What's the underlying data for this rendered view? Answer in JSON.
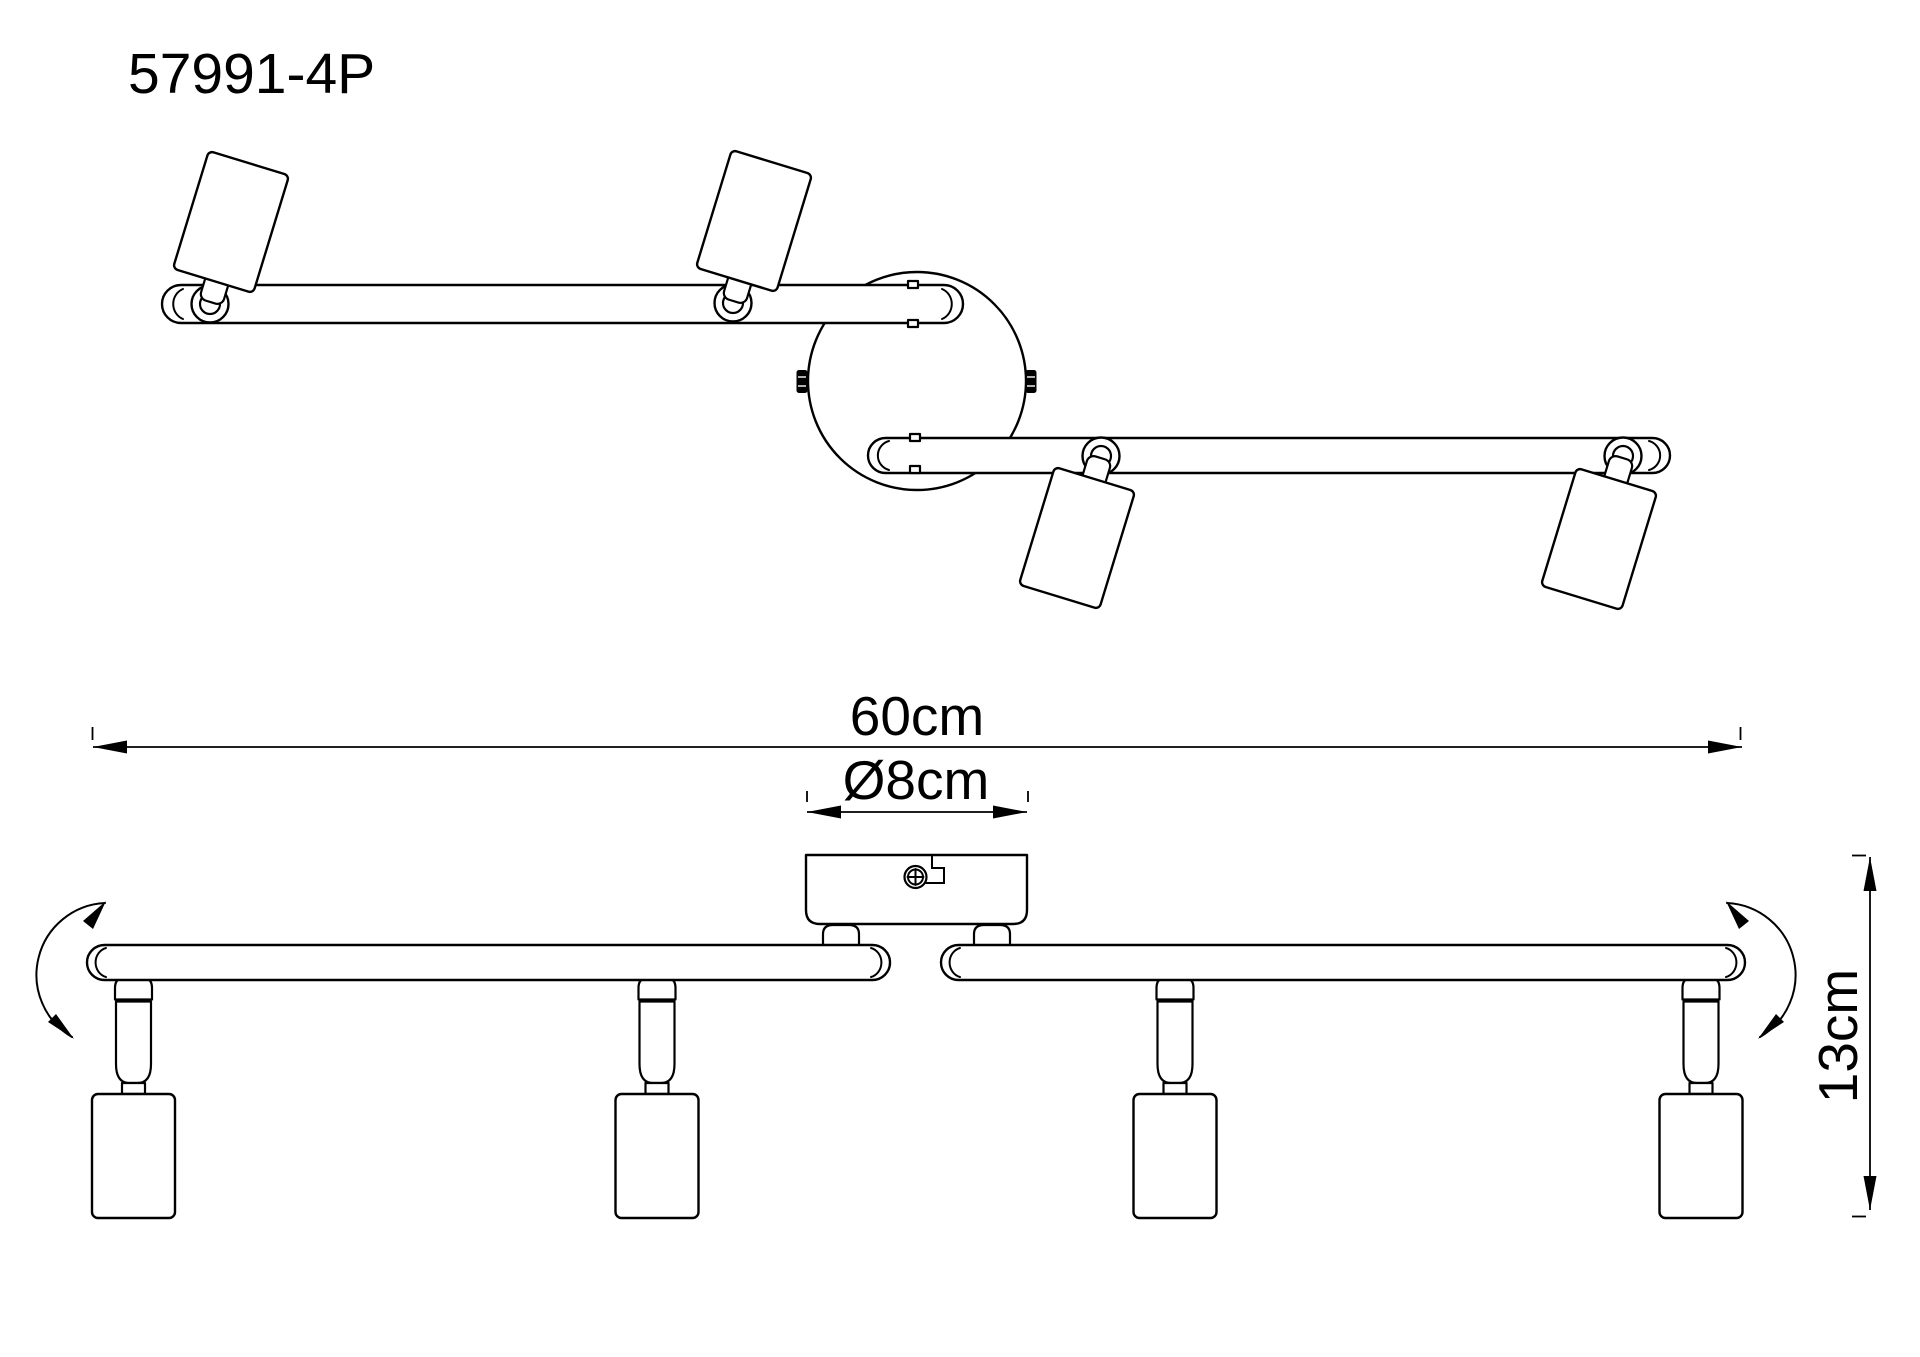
{
  "title": "57991-4P",
  "colors": {
    "line": "#000000",
    "background": "#ffffff"
  },
  "dimensions": {
    "width": "60cm",
    "canopy_diameter": "Ø8cm",
    "height": "13cm"
  }
}
